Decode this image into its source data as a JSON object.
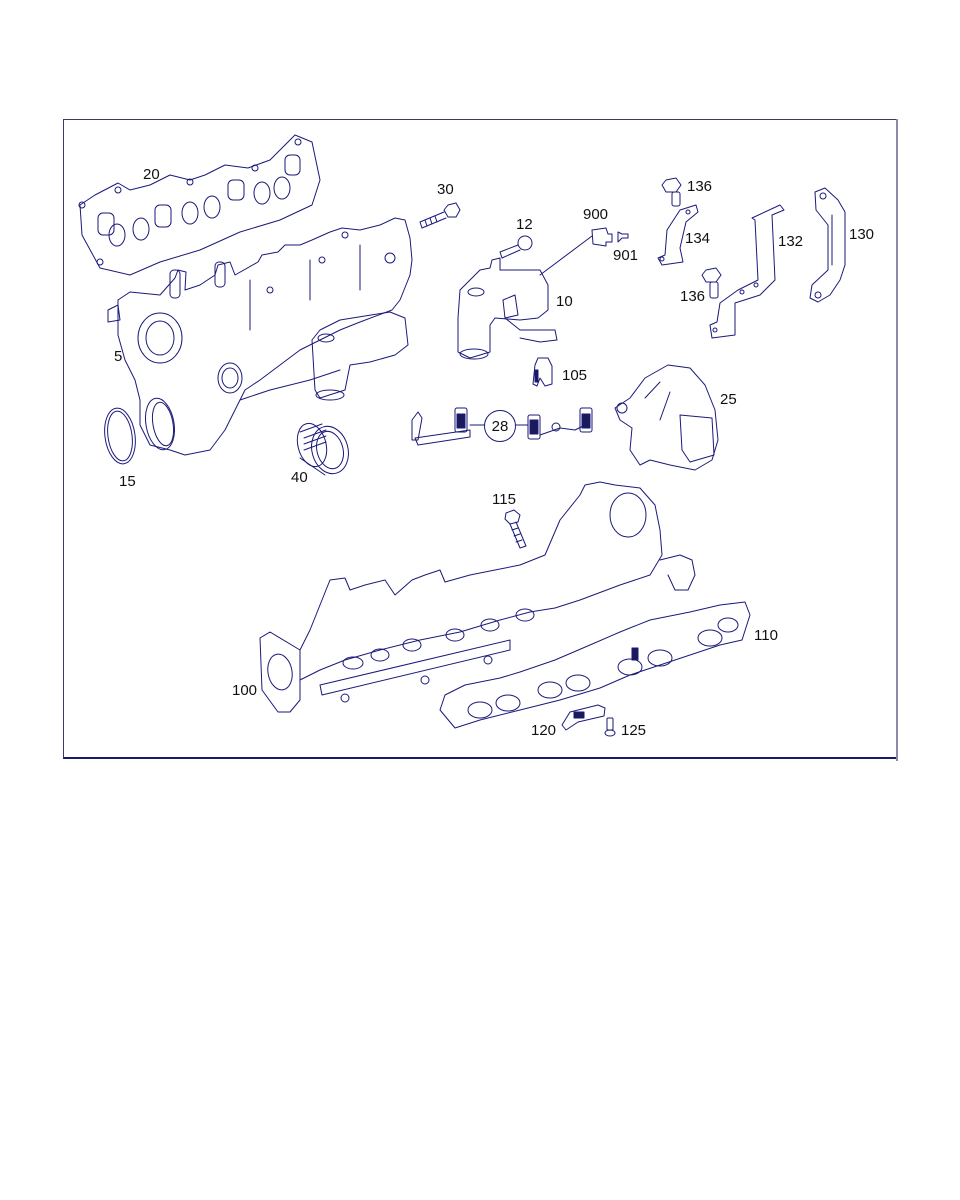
{
  "diagram": {
    "type": "exploded parts diagram",
    "line_color": "#1a1a7a",
    "frame_color": "#1a1a6a",
    "parts": [
      {
        "id": "p20",
        "label": "20",
        "desc": "upper gasket"
      },
      {
        "id": "p30",
        "label": "30",
        "desc": "bolt"
      },
      {
        "id": "p12",
        "label": "12",
        "desc": "bolt"
      },
      {
        "id": "p900",
        "label": "900",
        "desc": "connector"
      },
      {
        "id": "p901",
        "label": "901",
        "desc": "pin"
      },
      {
        "id": "p10",
        "label": "10",
        "desc": "actuator / valve"
      },
      {
        "id": "p136a",
        "label": "136",
        "desc": "bolt"
      },
      {
        "id": "p134",
        "label": "134",
        "desc": "bracket"
      },
      {
        "id": "p132",
        "label": "132",
        "desc": "bracket"
      },
      {
        "id": "p136b",
        "label": "136",
        "desc": "bolt"
      },
      {
        "id": "p130",
        "label": "130",
        "desc": "bracket"
      },
      {
        "id": "p5",
        "label": "5",
        "desc": "intake manifold"
      },
      {
        "id": "p105",
        "label": "105",
        "desc": "clip"
      },
      {
        "id": "p25",
        "label": "25",
        "desc": "throttle actuator"
      },
      {
        "id": "p28",
        "label": "28",
        "desc": "linkage set",
        "circled": true
      },
      {
        "id": "p15",
        "label": "15",
        "desc": "O-ring"
      },
      {
        "id": "p40",
        "label": "40",
        "desc": "sleeve"
      },
      {
        "id": "p115",
        "label": "115",
        "desc": "bolt"
      },
      {
        "id": "p110",
        "label": "110",
        "desc": "lower gasket"
      },
      {
        "id": "p100",
        "label": "100",
        "desc": "exhaust / lower manifold"
      },
      {
        "id": "p120",
        "label": "120",
        "desc": "sensor bracket"
      },
      {
        "id": "p125",
        "label": "125",
        "desc": "screw"
      }
    ]
  }
}
